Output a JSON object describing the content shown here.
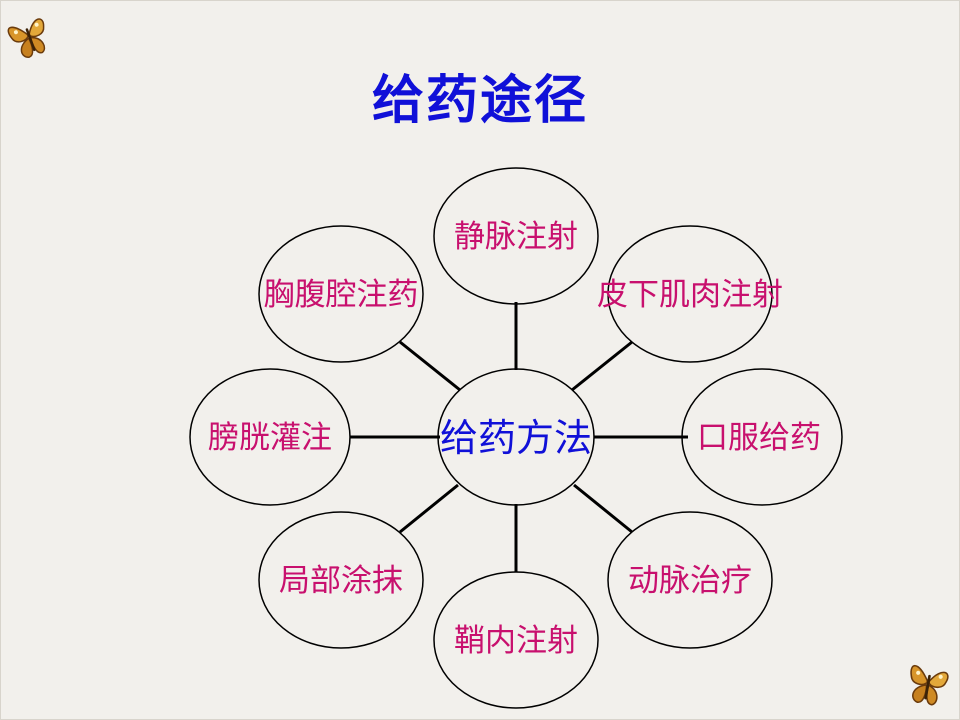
{
  "title": "给药途径",
  "center": {
    "label": "给药方法"
  },
  "nodes": [
    {
      "id": "top",
      "label": "静脉注射"
    },
    {
      "id": "top-left",
      "label": "胸腹腔注药"
    },
    {
      "id": "top-right",
      "label": "皮下肌肉注射"
    },
    {
      "id": "left",
      "label": "膀胱灌注"
    },
    {
      "id": "right",
      "label": "口服给药"
    },
    {
      "id": "bottom-left",
      "label": "局部涂抹"
    },
    {
      "id": "bottom",
      "label": "鞘内注射"
    },
    {
      "id": "bottom-right",
      "label": "动脉治疗"
    }
  ],
  "colors": {
    "title": "#1010d8",
    "center_text": "#1010d8",
    "node_text": "#c8106e",
    "lines": "#000000",
    "background": "#f2f0ec"
  },
  "decorations": {
    "icon": "butterfly-icon"
  }
}
